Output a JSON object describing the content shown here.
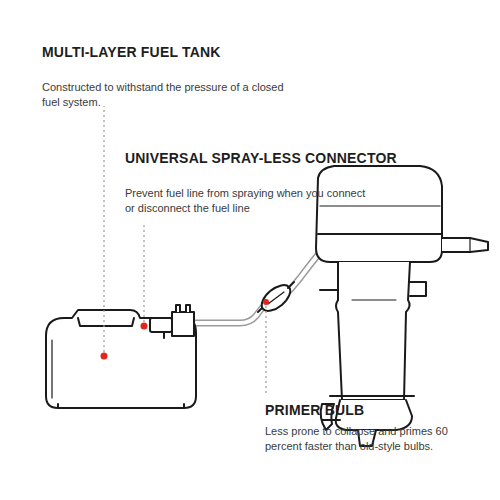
{
  "diagram": {
    "labels": [
      "MULTI-LAYER FUEL TANK",
      "Constructed to withstand the pressure of a closed fuel system.",
      "UNIVERSAL SPRAY-LESS CONNECTOR",
      "Prevent fuel line from spraying when you connect or disconnect the fuel line",
      "PRIMER BULB",
      "Less prone to collapse and primes 60 percent faster than old-style bulbs."
    ]
  }
}
